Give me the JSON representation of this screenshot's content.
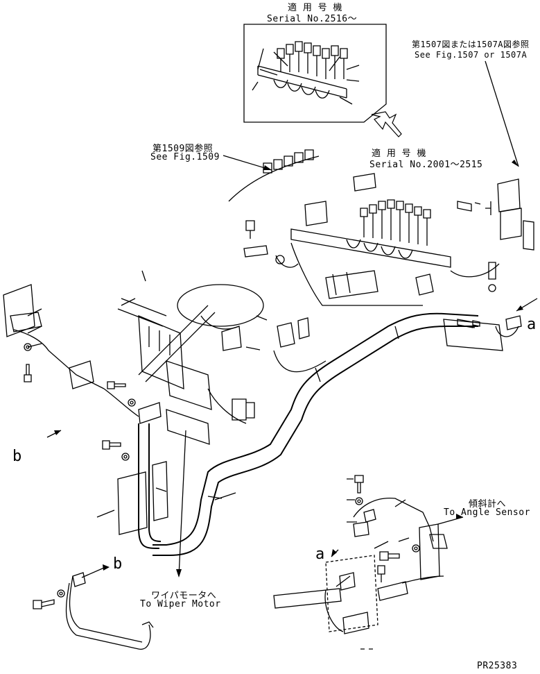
{
  "callouts": {
    "applicable_serial_top_jp": "適 用 号 機",
    "applicable_serial_top_en": "Serial No.2516～",
    "applicable_serial_mid_jp": "適 用 号 機",
    "applicable_serial_mid_en": "Serial No.2001～2515",
    "ref_1509_jp": "第1509図参照",
    "ref_1509_en": "See Fig.1509",
    "ref_1507_jp": "第1507図または1507A図参照",
    "ref_1507_en": "See Fig.1507 or 1507A",
    "angle_sensor_jp": "傾斜計へ",
    "angle_sensor_en": "To Angle Sensor",
    "wiper_motor_jp": "ワイパモータへ",
    "wiper_motor_en": "To Wiper Motor"
  },
  "connection_letters": {
    "a_right": "a",
    "a_detail": "a",
    "b_left": "b",
    "b_bottom": "b"
  },
  "drawing_number": "PR25383",
  "icons": [
    "bolt-icon",
    "washer-icon",
    "connector-icon",
    "arrow-icon"
  ]
}
